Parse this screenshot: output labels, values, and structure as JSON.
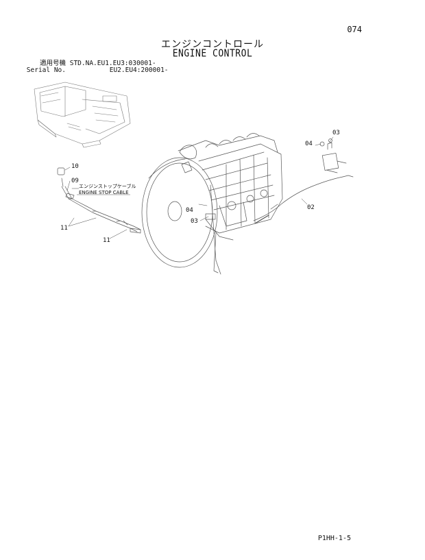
{
  "header": {
    "page_number": "074",
    "title_jp": "エンジンコントロール",
    "title_en": "ENGINE CONTROL"
  },
  "serial_info": {
    "label_jp": "適用号機",
    "label_en": "Serial No.",
    "row1_value": "STD.NA.EU1.EU3:030001-",
    "row2_value": "EU2.EU4:200001-"
  },
  "callouts": {
    "p02": "02",
    "p03_top": "03",
    "p03_engine": "03",
    "p04_top": "04",
    "p04_engine": "04",
    "p09": "09",
    "p10": "10",
    "p11_left": "11",
    "p11_bottom": "11"
  },
  "cable_label": {
    "jp": "エンジンストップケーブル",
    "en": "ENGINE STOP CABLE"
  },
  "footer": {
    "code": "P1HH-1-5"
  }
}
